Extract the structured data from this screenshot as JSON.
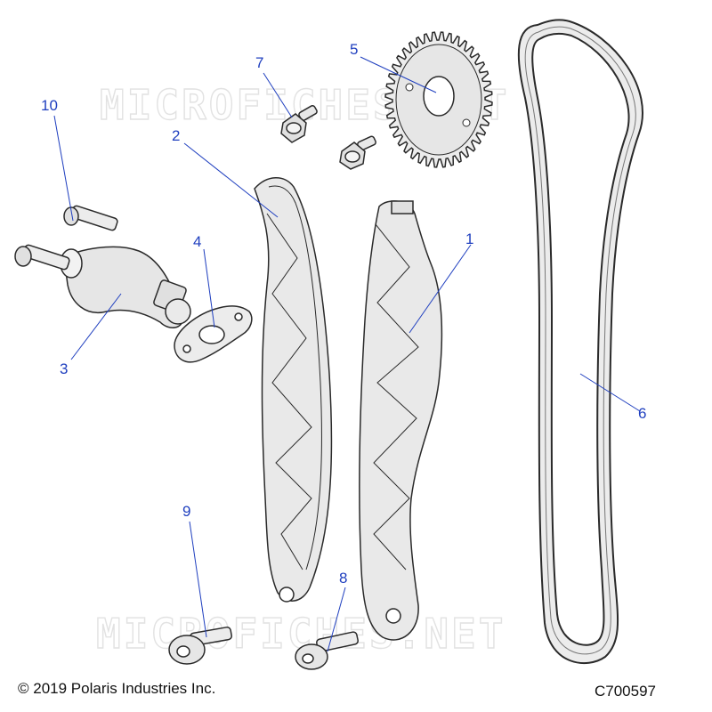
{
  "diagram": {
    "copyright": "© 2019 Polaris Industries Inc.",
    "part_number": "C700597",
    "watermark": "MICROFICHES.NET",
    "callouts": [
      "1",
      "2",
      "3",
      "4",
      "5",
      "6",
      "7",
      "8",
      "9",
      "10"
    ],
    "colors": {
      "callout": "#1f3fbf",
      "part_fill": "#ececec",
      "part_stroke": "#2a2a2a"
    }
  }
}
